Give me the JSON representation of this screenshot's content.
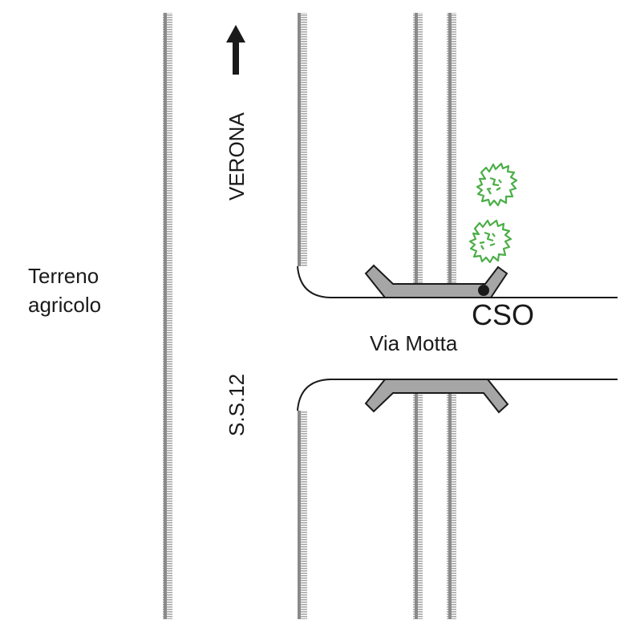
{
  "labels": {
    "field": [
      "Terreno",
      "agricolo"
    ],
    "direction": "VERONA",
    "highway": "S.S.12",
    "street": "Via Motta",
    "point": "CSO"
  },
  "colors": {
    "kerb": "#8a8a8a",
    "kerb_hatch": "#a8a8a8",
    "road_line": "#1a1a1a",
    "bump_fill": "#a6a6a6",
    "tree": "#4aae46"
  },
  "icons": {
    "arrow": "north-arrow-icon",
    "tree": "tree-icon",
    "point": "marker-dot-icon"
  }
}
